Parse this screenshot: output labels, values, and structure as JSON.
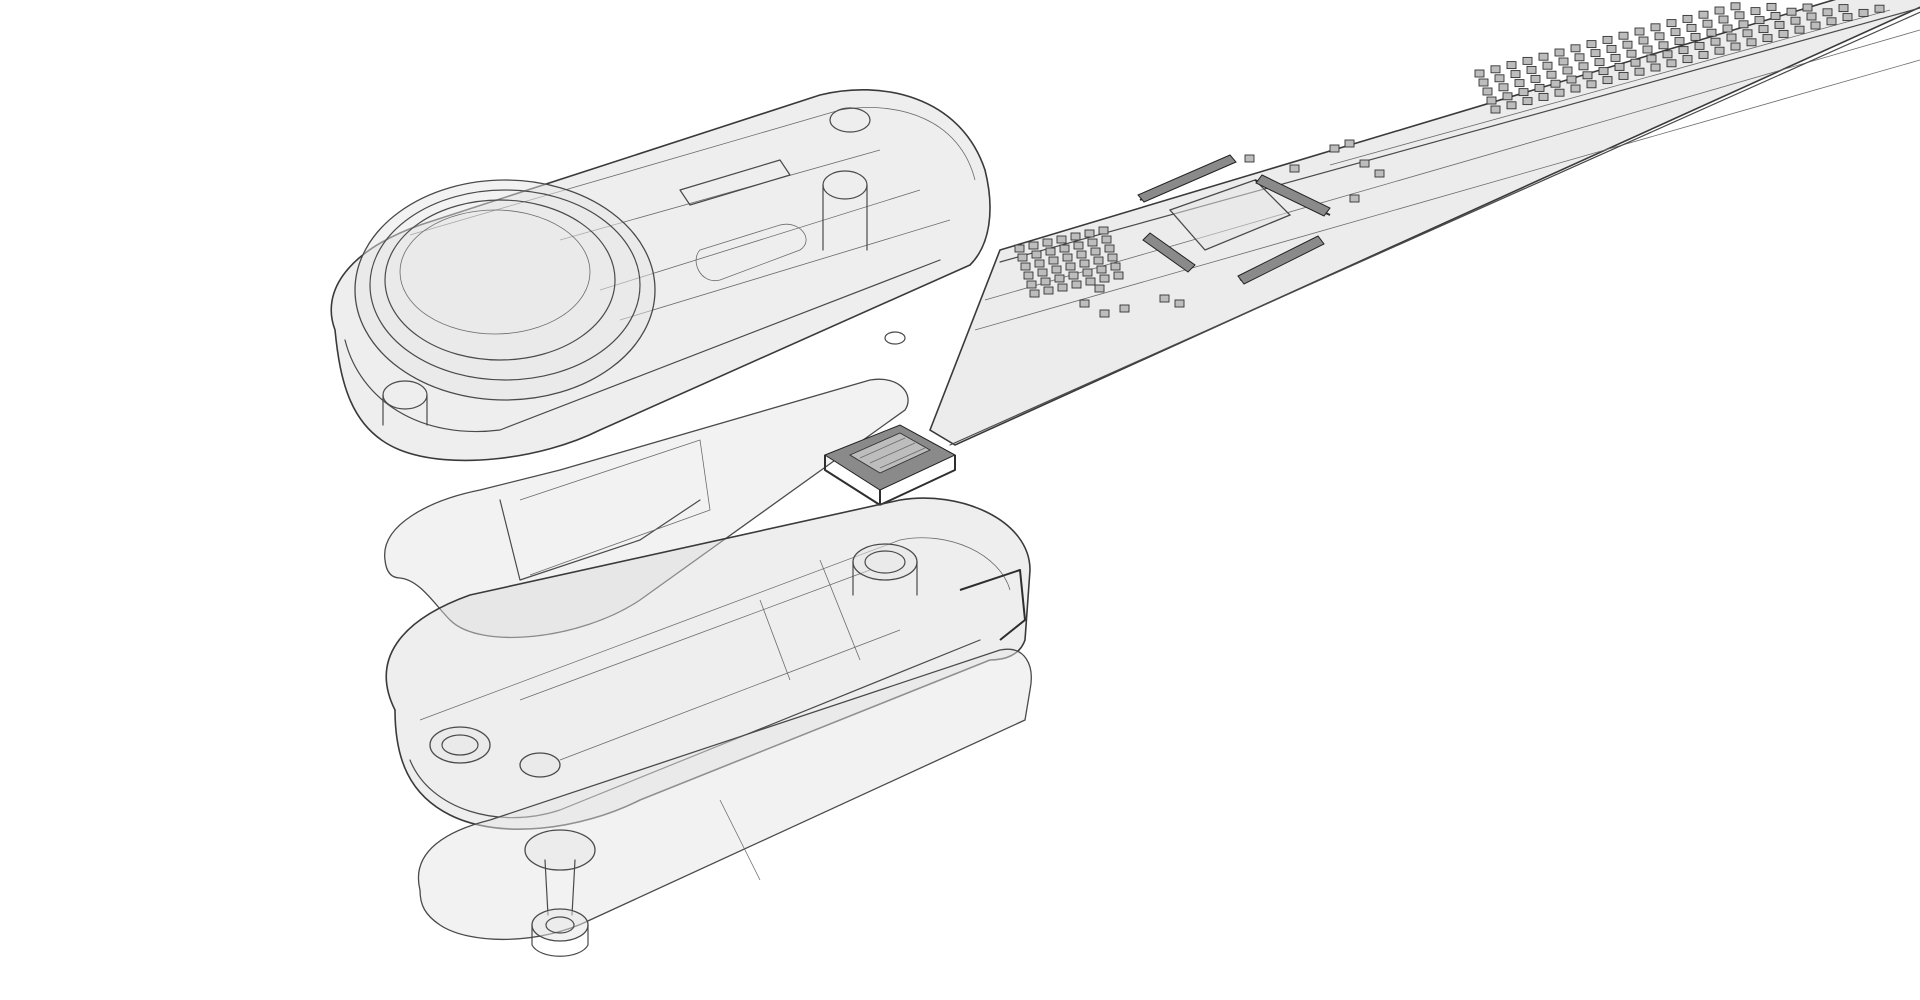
{
  "diagram": {
    "style": "monochrome transparent wireframe render",
    "colors": {
      "background": "#ffffff",
      "line": "#3a3a3a",
      "fill": "#d9d9d9",
      "component": "#8a8a8a"
    },
    "parts": [
      {
        "id": "upper-housing",
        "icon": "enclosure-top-icon"
      },
      {
        "id": "gasket",
        "icon": "gasket-plate-icon"
      },
      {
        "id": "lower-housing",
        "icon": "enclosure-bottom-icon"
      },
      {
        "id": "base-plate",
        "icon": "base-plate-icon"
      },
      {
        "id": "flex-strip-board",
        "icon": "pcb-strip-icon"
      },
      {
        "id": "connector",
        "icon": "connector-icon"
      },
      {
        "id": "screw",
        "icon": "screw-icon"
      }
    ]
  }
}
